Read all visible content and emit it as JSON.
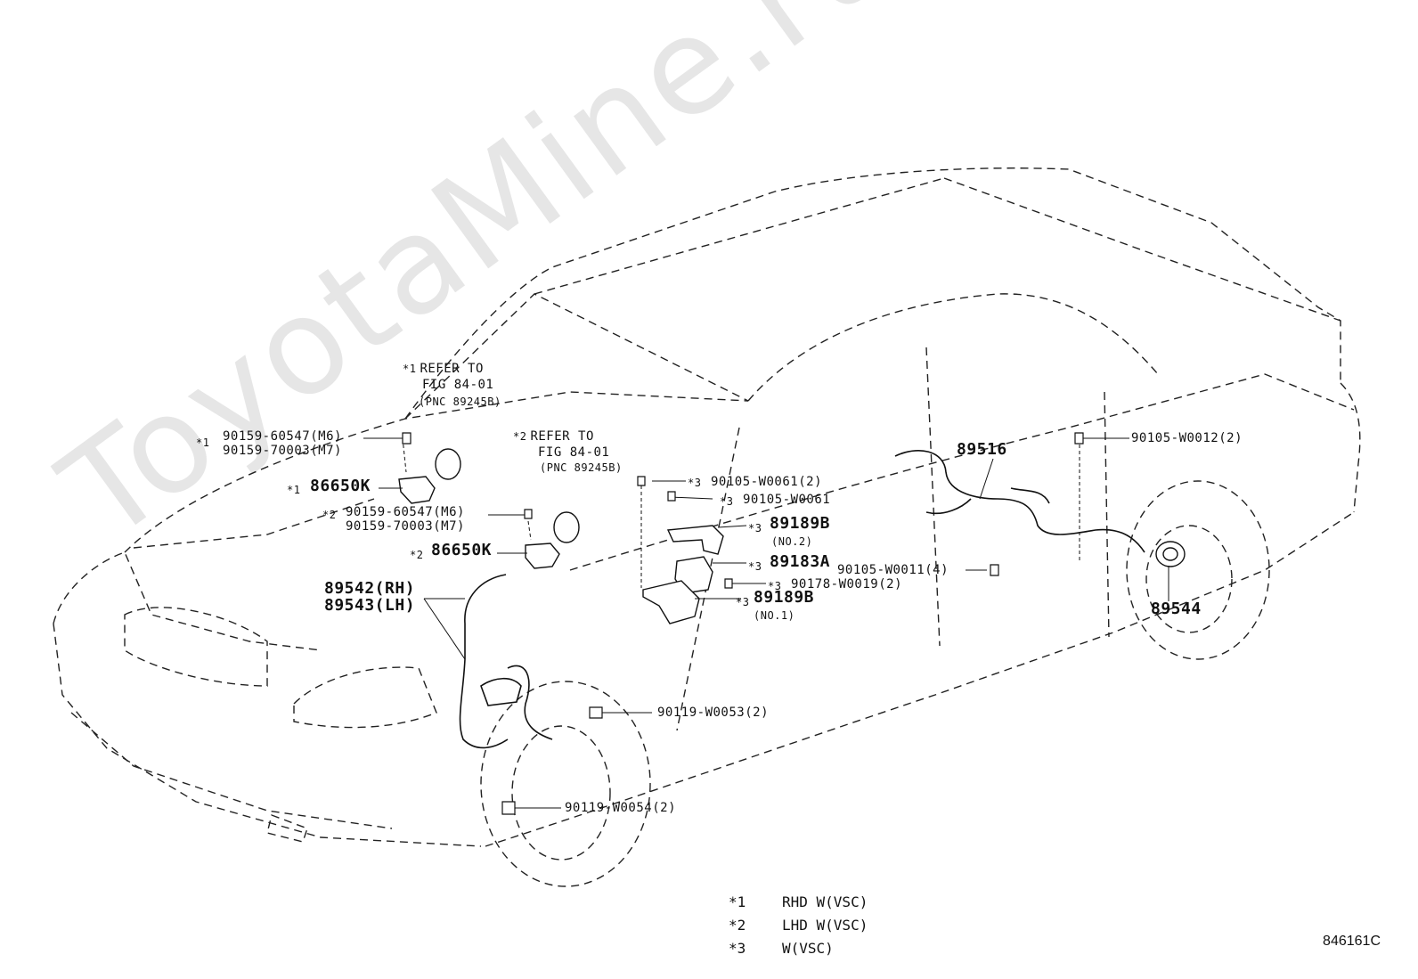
{
  "watermark": "ToyotaMine.ru",
  "diagram_code": "846161C",
  "refer_notes": [
    {
      "marker": "*1",
      "line1": "REFER TO",
      "line2": "FIG  84-01",
      "line3": "(PNC 89245B)"
    },
    {
      "marker": "*2",
      "line1": "REFER TO",
      "line2": "FIG  84-01",
      "line3": "(PNC 89245B)"
    }
  ],
  "callouts": {
    "bolt_a_marker": "*1",
    "bolt_a_1": "90159-60547(M6)",
    "bolt_a_2": "90159-70003(M7)",
    "bracket_1_marker": "*1",
    "bracket_1": "86650K",
    "bolt_b_marker": "*2",
    "bolt_b_1": "90159-60547(M6)",
    "bolt_b_2": "90159-70003(M7)",
    "bracket_2_marker": "*2",
    "bracket_2": "86650K",
    "sensor_rh": "89542(RH)",
    "sensor_lh": "89543(LH)",
    "bolt_c_marker": "*3",
    "bolt_c": "90105-W0061(2)",
    "bolt_d_marker": "*3",
    "bolt_d": "90105-W0061",
    "brk_b2_marker": "*3",
    "brk_b2": "89189B",
    "brk_b2_sub": "(NO.2)",
    "sensor_a_marker": "*3",
    "sensor_a": "89183A",
    "nut_marker": "*3",
    "nut": "90178-W0019(2)",
    "brk_b1_marker": "*3",
    "brk_b1": "89189B",
    "brk_b1_sub": "(NO.1)",
    "bolt_e": "90105-W0011(4)",
    "harness": "89516",
    "bolt_f": "90105-W0012(2)",
    "rotor": "89544",
    "bolt_g": "90119-W0053(2)",
    "bolt_h": "90119-W0054(2)"
  },
  "legend": [
    {
      "code": "*1",
      "desc": "RHD  W(VSC)"
    },
    {
      "code": "*2",
      "desc": "LHD  W(VSC)"
    },
    {
      "code": "*3",
      "desc": "W(VSC)"
    }
  ]
}
